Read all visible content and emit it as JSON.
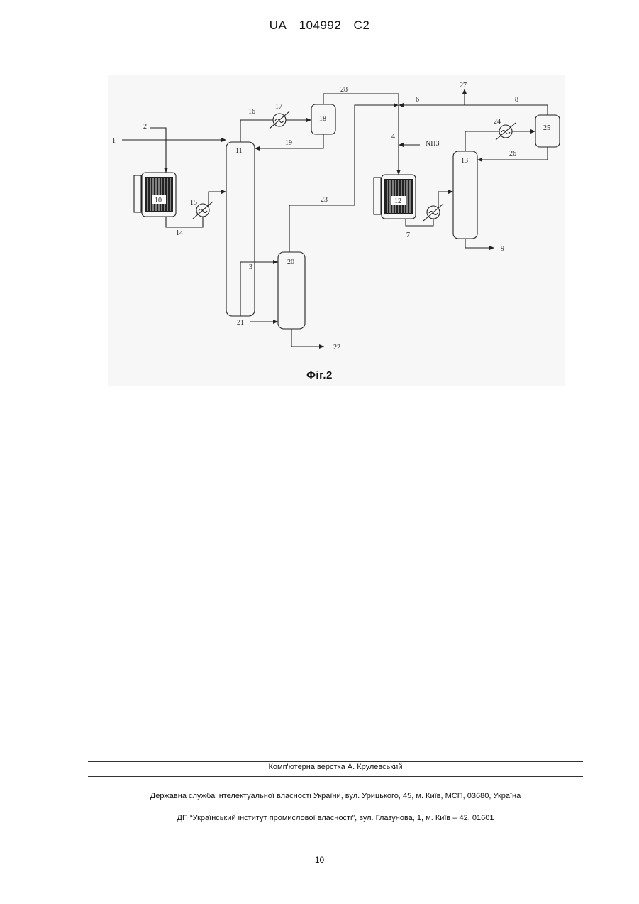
{
  "header": {
    "country": "UA",
    "number": "104992",
    "kind": "C2"
  },
  "figure": {
    "caption": "Фіг.2",
    "labels": {
      "l1": "1",
      "l2": "2",
      "l3": "3",
      "l4": "4",
      "l6": "6",
      "l7": "7",
      "l8": "8",
      "l9": "9",
      "l10": "10",
      "l11": "11",
      "l12": "12",
      "l13": "13",
      "l14": "14",
      "l15": "15",
      "l16": "16",
      "l17": "17",
      "l18": "18",
      "l19": "19",
      "l20": "20",
      "l21": "21",
      "l22": "22",
      "l23": "23",
      "l24": "24",
      "l25": "25",
      "l26": "26",
      "l27": "27",
      "l28": "28",
      "nh3": "NH3"
    }
  },
  "footer": {
    "layout": "Комп'ютерна верстка А. Крулевський",
    "service": "Державна служба інтелектуальної власності України, вул. Урицького, 45, м. Київ, МСП, 03680, Україна",
    "institute": "ДП “Український інститут промислової власності”, вул. Глазунова, 1, м. Київ – 42, 01601"
  },
  "page_number": "10"
}
